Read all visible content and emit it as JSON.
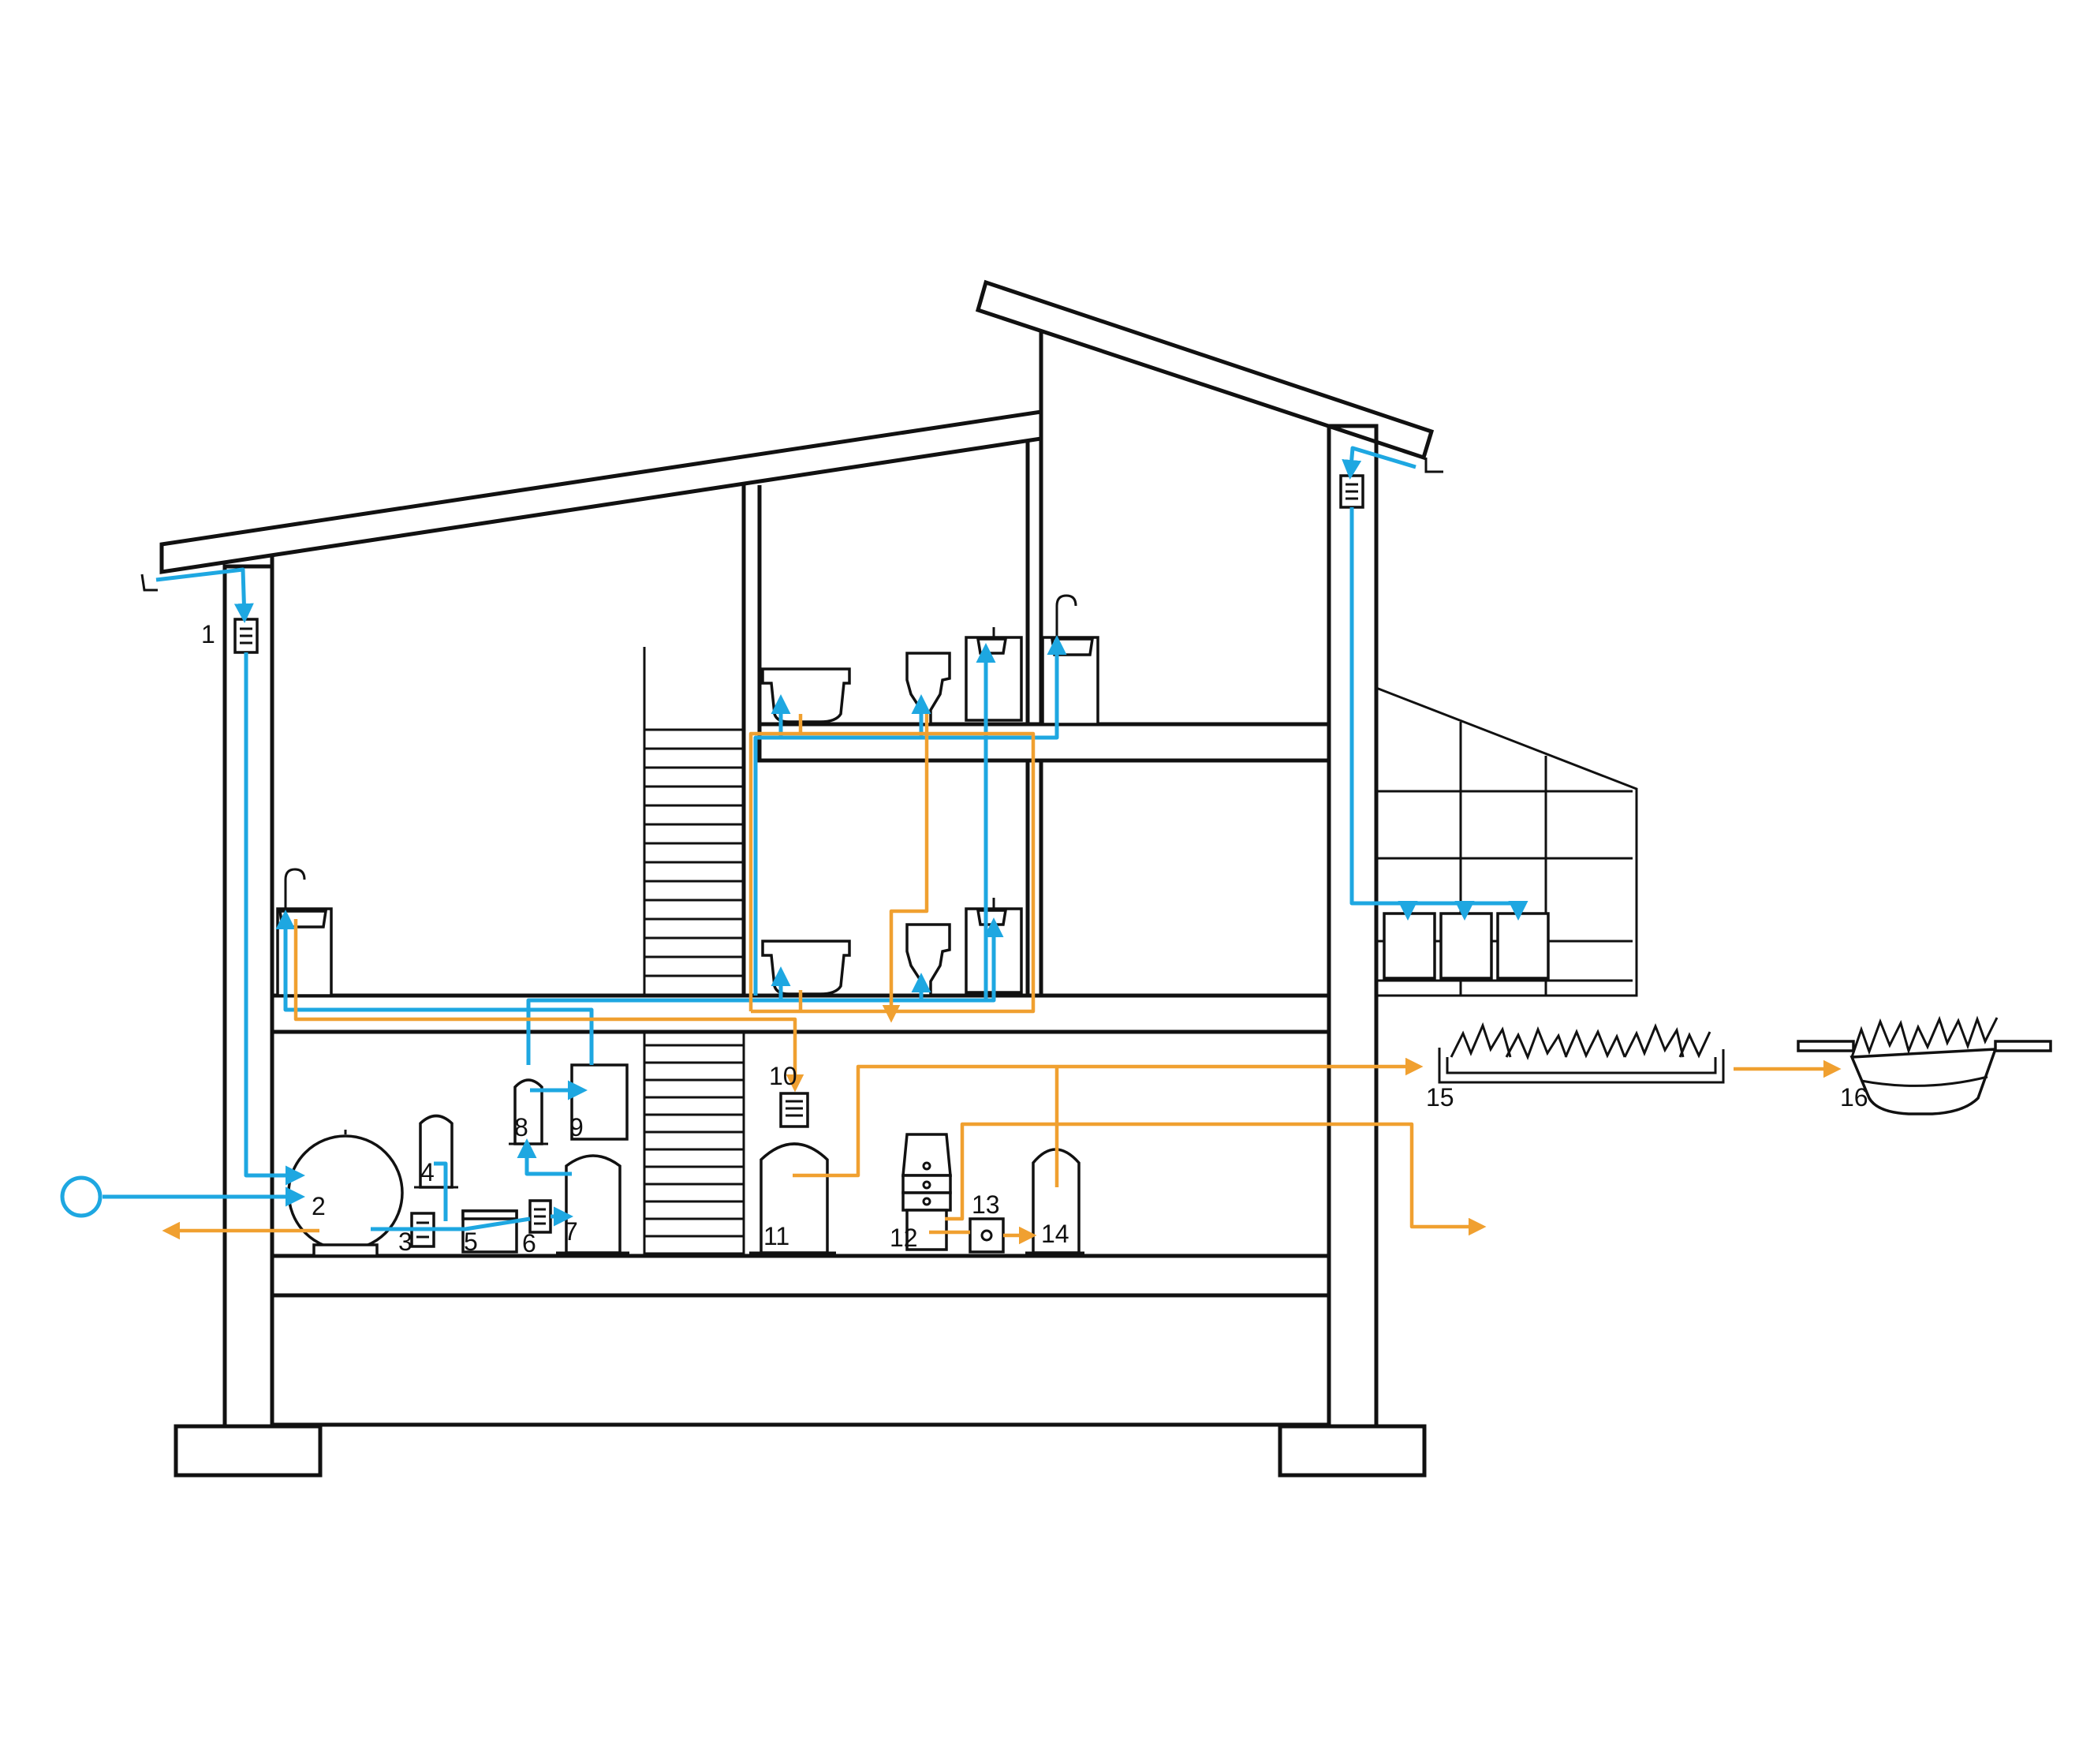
{
  "colors": {
    "water_supply_line": "#1ea7e1",
    "greywater_line": "#f0a030",
    "structure": "#111111"
  },
  "labels": {
    "n1": "1",
    "n2": "2",
    "n3": "3",
    "n4": "4",
    "n5": "5",
    "n6": "6",
    "n7": "7",
    "n8": "8",
    "n9": "9",
    "n10": "10",
    "n11": "11",
    "n12": "12",
    "n13": "13",
    "n14": "14",
    "n15": "15",
    "n16": "16"
  }
}
